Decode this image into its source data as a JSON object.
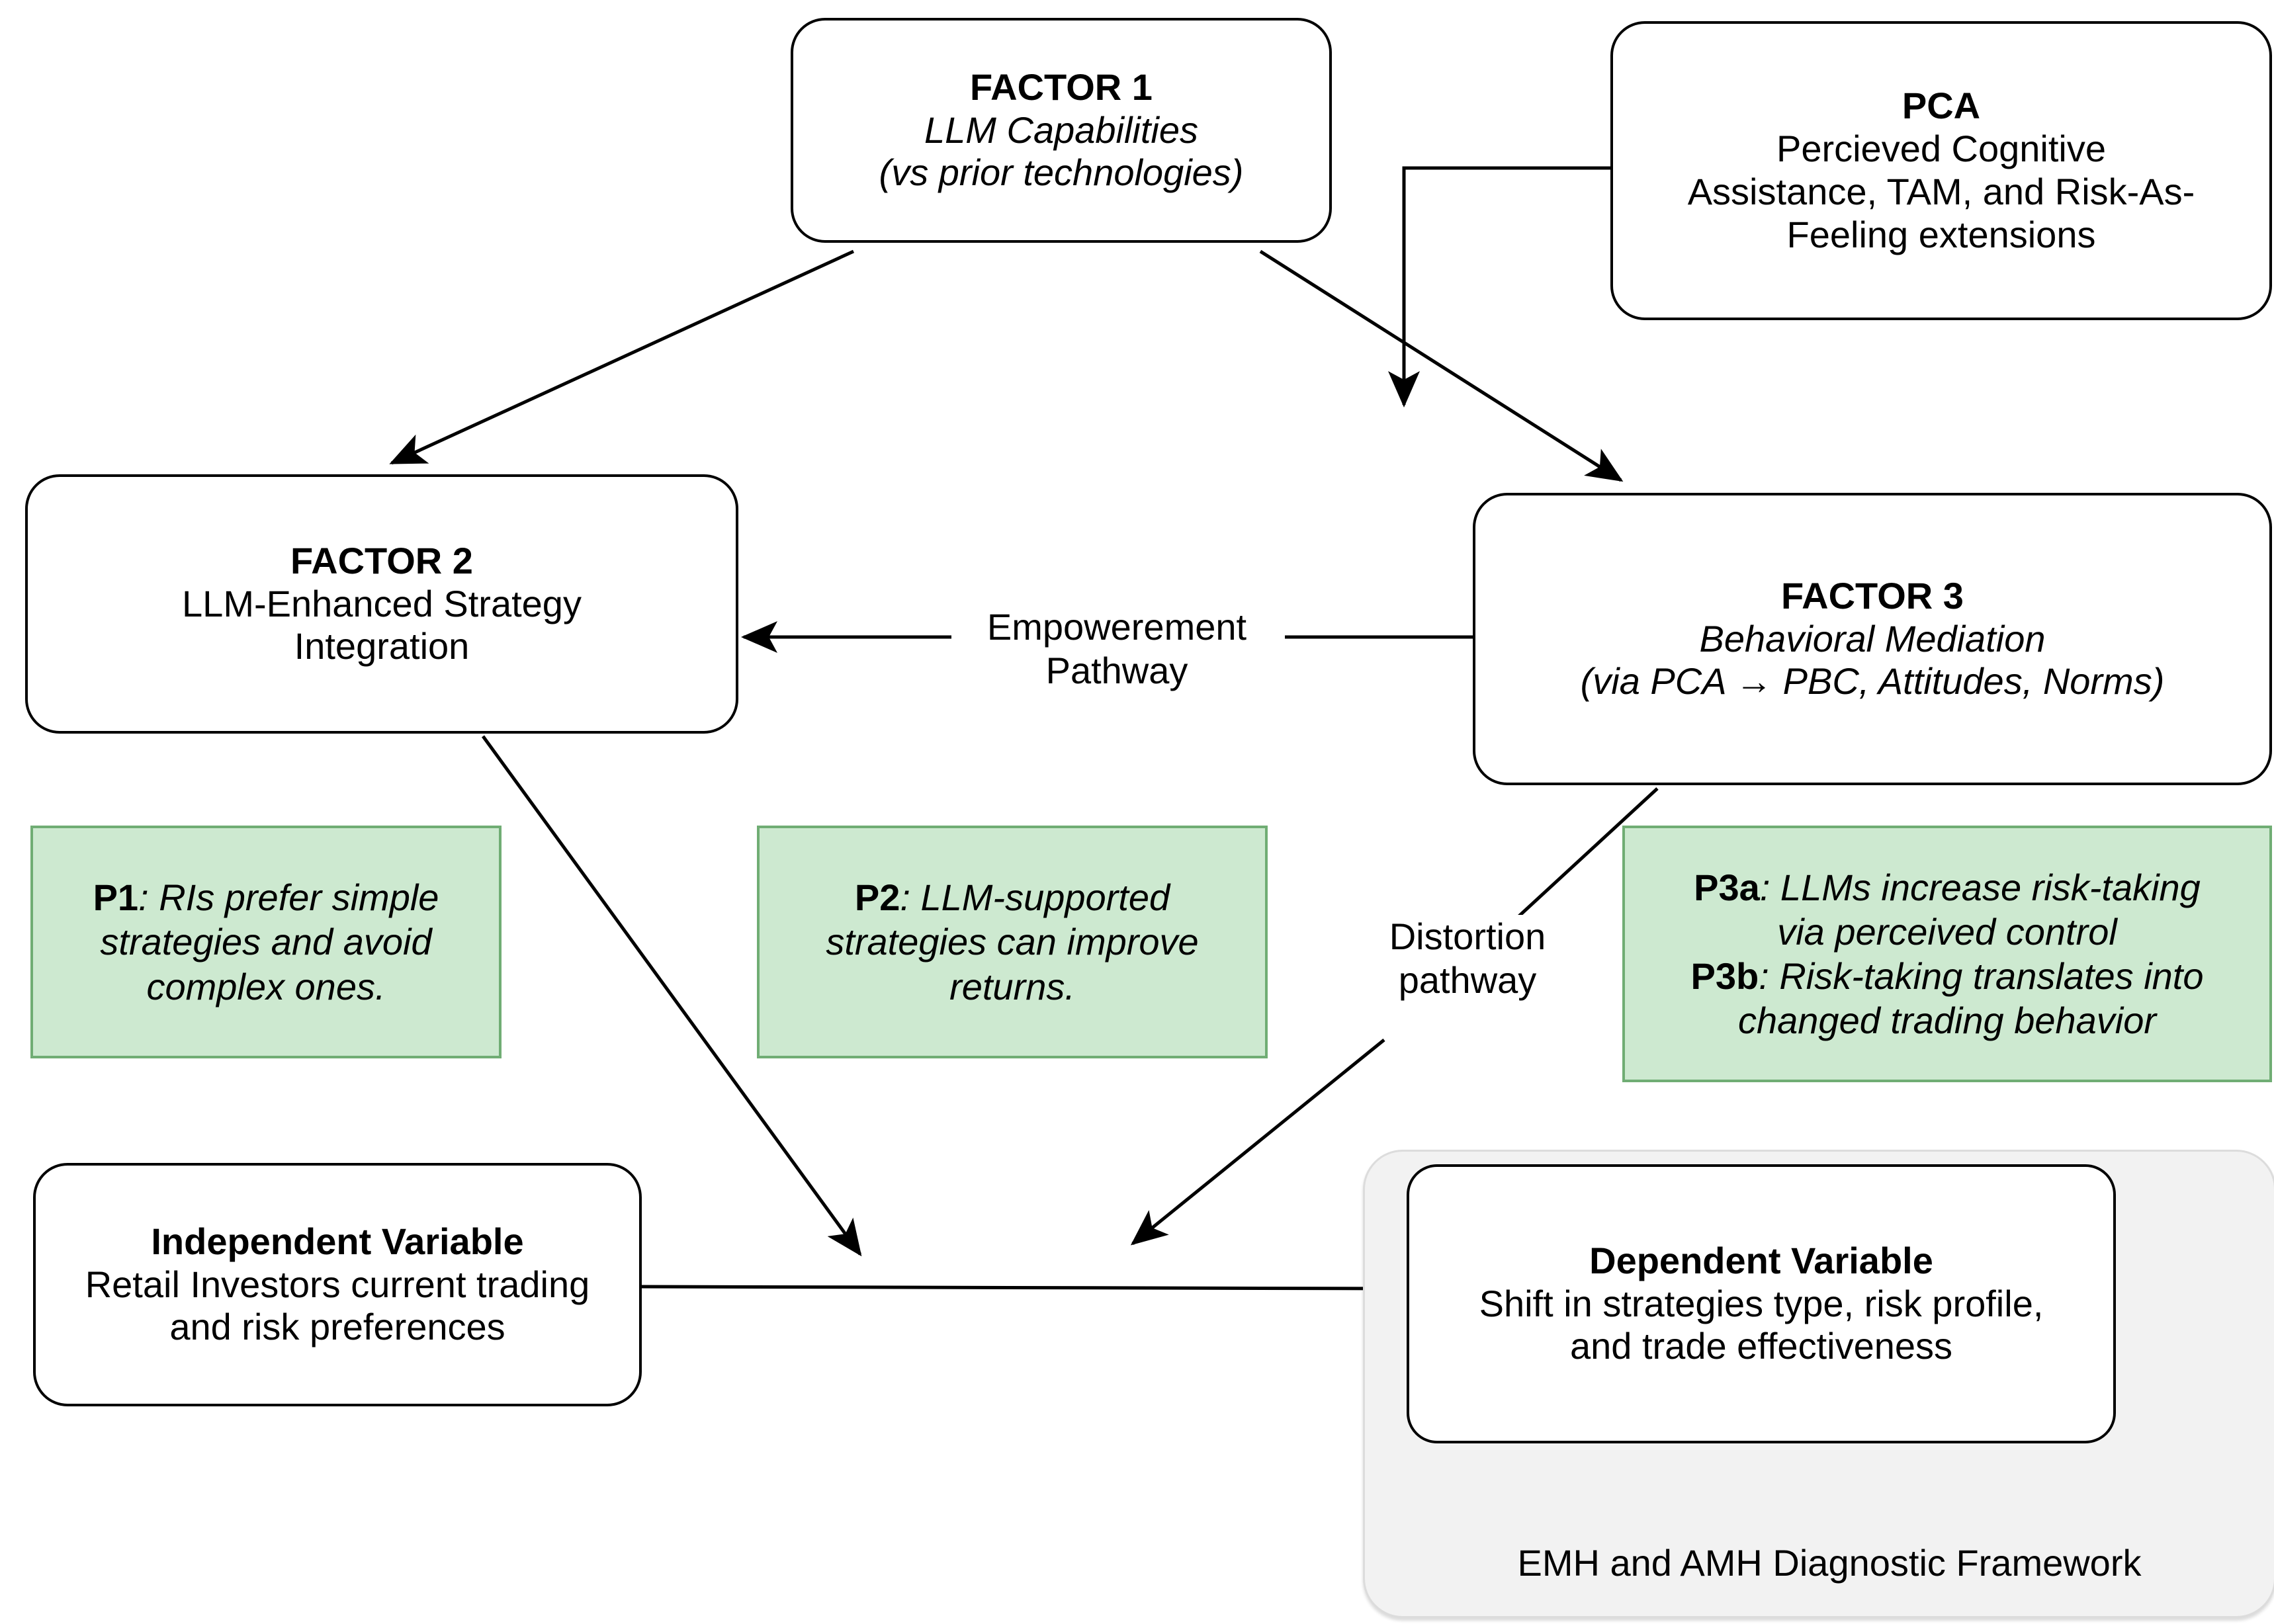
{
  "diagram": {
    "title": "LLM capabilities and retail investor trading behavior conceptual model",
    "colors": {
      "proposition_fill": "#cde9d0",
      "proposition_border": "#70ad74",
      "frame_fill": "#f2f2f2",
      "node_border": "#000000",
      "background": "#ffffff"
    }
  },
  "nodes": {
    "factor1": {
      "title": "FACTOR 1",
      "line2": "LLM Capabilities",
      "line3": "(vs prior technologies)"
    },
    "pca": {
      "title": "PCA",
      "line2": "Percieved Cognitive",
      "line3": "Assistance, TAM, and Risk-As-",
      "line4": "Feeling extensions"
    },
    "factor2": {
      "title": "FACTOR 2",
      "line2": "LLM-Enhanced Strategy",
      "line3": "Integration"
    },
    "factor3": {
      "title": "FACTOR 3",
      "line2": "Behavioral Mediation",
      "line3": "(via PCA → PBC, Attitudes, Norms)"
    },
    "independent_variable": {
      "title": "Independent Variable",
      "line2": "Retail Investors current trading",
      "line3": "and risk preferences"
    },
    "dependent_variable": {
      "title": "Dependent Variable",
      "line2": "Shift in strategies type, risk profile,",
      "line3": "and trade effectiveness"
    }
  },
  "propositions": [
    {
      "id": "P1",
      "label": "P1",
      "text": ": RIs prefer simple strategies and avoid complex ones.",
      "lines": [
        ": RIs prefer simple",
        "strategies and avoid",
        "complex ones."
      ]
    },
    {
      "id": "P2",
      "label": "P2",
      "text": ": LLM-supported strategies can improve returns.",
      "lines": [
        ": LLM-supported",
        "strategies can improve",
        "returns."
      ]
    },
    {
      "id": "P3",
      "label_a": "P3a",
      "text_a": ": LLMs increase risk-taking via perceived control",
      "lines_a": [
        ": LLMs increase risk-taking",
        "via perceived control"
      ],
      "label_b": "P3b",
      "text_b": ": Risk-taking translates into changed trading behavior",
      "lines_b": [
        ": Risk-taking translates into",
        "changed trading behavior"
      ]
    }
  ],
  "edge_labels": {
    "empowerment": {
      "line1": "Empowerement",
      "line2": "Pathway"
    },
    "distortion": {
      "line1": "Distortion",
      "line2": "pathway"
    }
  },
  "frame": {
    "label": "EMH and AMH Diagnostic Framework"
  },
  "edges": [
    {
      "from": "factor1",
      "to": "factor2",
      "label": ""
    },
    {
      "from": "factor1",
      "to": "factor3",
      "label": ""
    },
    {
      "from": "pca",
      "to": "factor1-to-factor3-path",
      "label": ""
    },
    {
      "from": "factor3",
      "to": "factor2",
      "label": "Empowerement Pathway"
    },
    {
      "from": "factor2",
      "to": "dependent_variable-junction",
      "label": ""
    },
    {
      "from": "factor3",
      "to": "dependent_variable-junction",
      "label": "Distortion pathway"
    },
    {
      "from": "independent_variable",
      "to": "dependent_variable",
      "label": ""
    }
  ]
}
